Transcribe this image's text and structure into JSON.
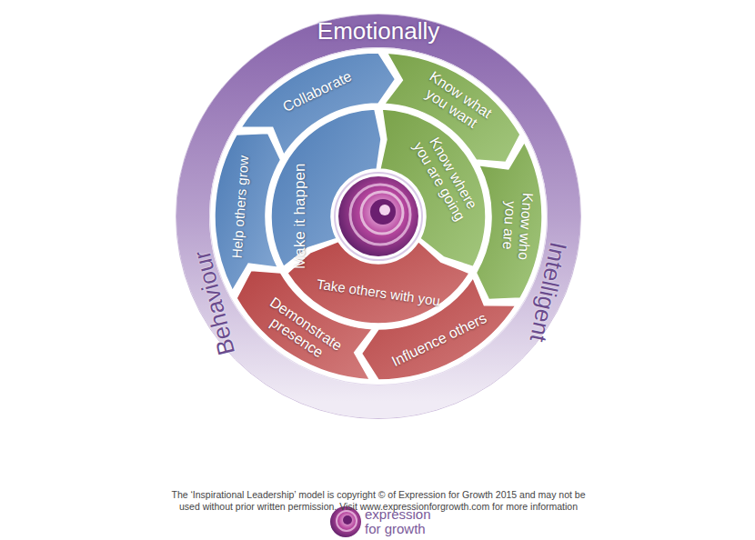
{
  "diagram": {
    "nodes": [
      {
        "text": [
          "Emotionally",
          "Intelligent",
          "Behaviour"
        ]
      },
      {
        "text": [
          "Collaborate"
        ],
        "in": 0
      },
      {
        "text": [
          "Know what you want"
        ],
        "in": 0
      },
      {
        "text": [
          "Know who you are"
        ],
        "in": 0
      },
      {
        "text": [
          "Influence others"
        ],
        "in": 0
      },
      {
        "text": [
          "Demonstrate presence"
        ],
        "in": 0
      },
      {
        "text": [
          "Help others grow"
        ],
        "in": 0
      },
      {
        "text": [
          "Make it happen"
        ],
        "in": 0
      },
      {
        "text": [
          "Know where you are going"
        ],
        "in": 0
      },
      {
        "text": [
          "Take others with you"
        ],
        "in": 0
      }
    ],
    "labels": [
      "The ‘Inspirational Leadership’ model is copyright © of Expression for Growth 2015 and may not be used without prior written permission. Visit www.expressionforgrowth.com for more information",
      "expression for growth"
    ]
  }
}
